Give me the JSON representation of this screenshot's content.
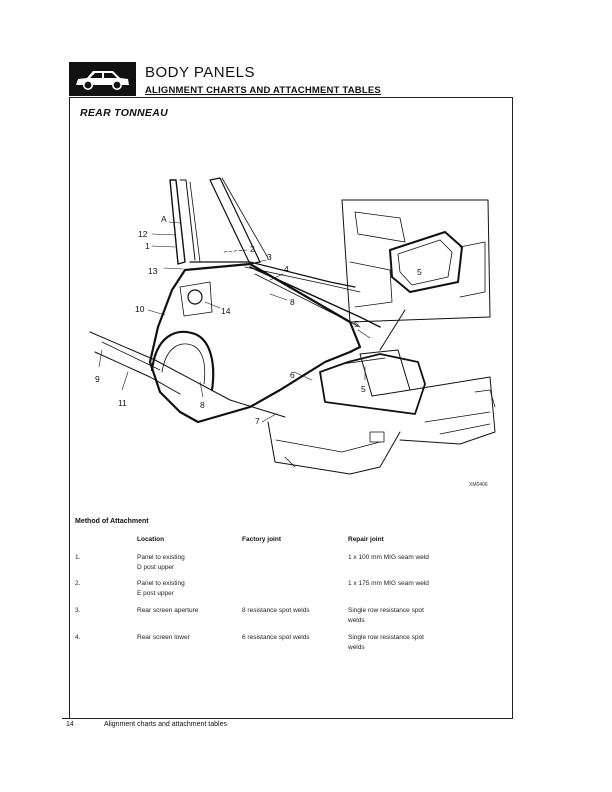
{
  "header": {
    "title": "BODY PANELS",
    "subtitle": "ALIGNMENT CHARTS AND ATTACHMENT TABLES",
    "logo_icon": "car-icon"
  },
  "section": {
    "title": "REAR TONNEAU"
  },
  "diagram": {
    "callouts": [
      "A",
      "12",
      "1",
      "2",
      "3",
      "13",
      "4",
      "8",
      "10",
      "14",
      "5",
      "5",
      "5",
      "6",
      "9",
      "11",
      "8",
      "7"
    ],
    "reference_code": "XM0406"
  },
  "attachment": {
    "title": "Method of Attachment",
    "columns": [
      "Location",
      "Factory joint",
      "Repair joint"
    ],
    "rows": [
      {
        "num": "1.",
        "location": "Panel to existing\nD post upper",
        "factory": "",
        "repair": "1 x 100 mm MIG seam weld"
      },
      {
        "num": "2.",
        "location": "Panel to existing\nE post upper",
        "factory": "",
        "repair": "1 x 175 mm MIG seam weld"
      },
      {
        "num": "3.",
        "location": "Rear screen aperture",
        "factory": "8 resistance spot welds",
        "repair": "Single row resistance spot\nwelds"
      },
      {
        "num": "4.",
        "location": "Rear screen lower",
        "factory": "6 resistance spot welds",
        "repair": "Single row resistance spot\nwelds"
      }
    ]
  },
  "footer": {
    "page_number": "14",
    "text": "Alignment charts and attachment tables"
  }
}
